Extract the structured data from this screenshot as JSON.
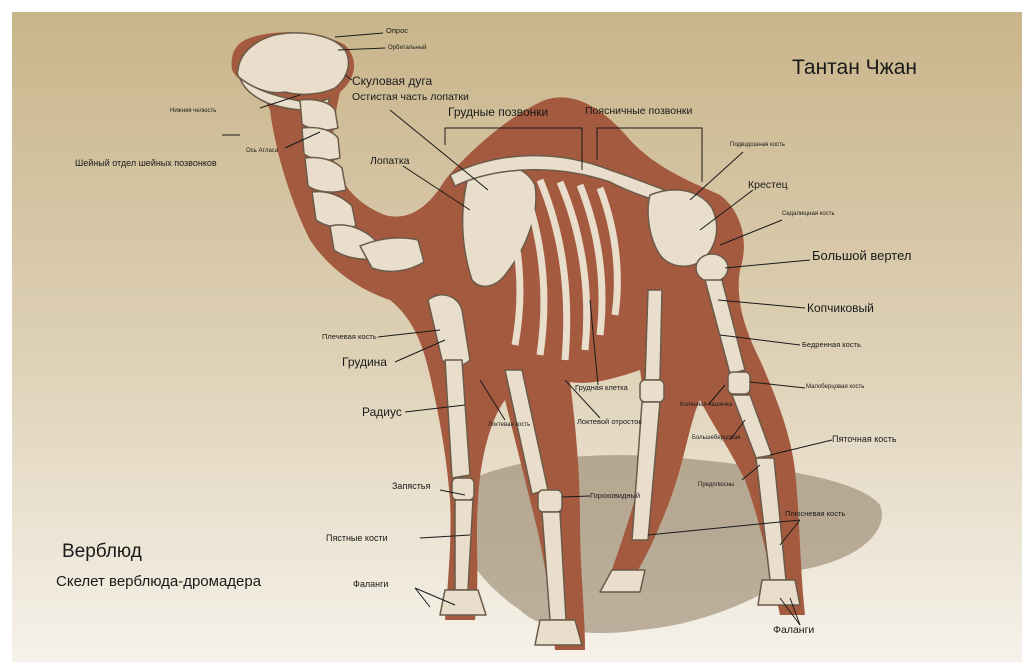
{
  "header": {
    "author": "Тантан Чжан"
  },
  "caption": {
    "title": "Верблюд",
    "subtitle": "Скелет верблюда-дромадера"
  },
  "labels": {
    "opros": "Опрос",
    "orbital": "Орбитальный",
    "zygomatic_arch": "Скуловая дуга",
    "scapula_spine": "Остистая часть лопатки",
    "lower_jaw": "Нижняя челюсть",
    "thoracic_vertebrae": "Грудные позвонки",
    "lumbar_vertebrae": "Поясничные позвонки",
    "atlas": "Ось Атласа",
    "cervical": "Шейный отдел шейных позвонков",
    "scapula": "Лопатка",
    "ilium": "Подвздошная кость",
    "sacrum": "Крестец",
    "ischium": "Седалищная кость",
    "greater_trochanter": "Большой вертел",
    "coccygeal": "Копчиковый",
    "humerus": "Плечевая кость",
    "sternum": "Грудина",
    "femur": "Бедренная кость",
    "tibia": "Малоберцовая кость",
    "kneecap": "Коленная чашечка",
    "ribcage": "Грудная клетка",
    "radius": "Радиус",
    "ulna": "Локтевая кость",
    "olecranon": "Локтевой отросток",
    "fibula": "Большеберцовая",
    "calcaneus": "Пяточная кость",
    "tarsals": "Предплюсны",
    "carpus": "Запястья",
    "sesamoid": "Гороховидный",
    "metatarsal": "Плюсневая кость",
    "metacarpals": "Пястные кости",
    "phalanges_front": "Фаланги",
    "phalanges_hind": "Фаланги"
  },
  "colors": {
    "bg_light": "#f4eee3",
    "bg_dark": "#c8b48a",
    "silhouette": "#a8593f",
    "bone": "#e8dccb",
    "bone_stroke": "#6b5a48",
    "shadow": "#7d6a52"
  }
}
